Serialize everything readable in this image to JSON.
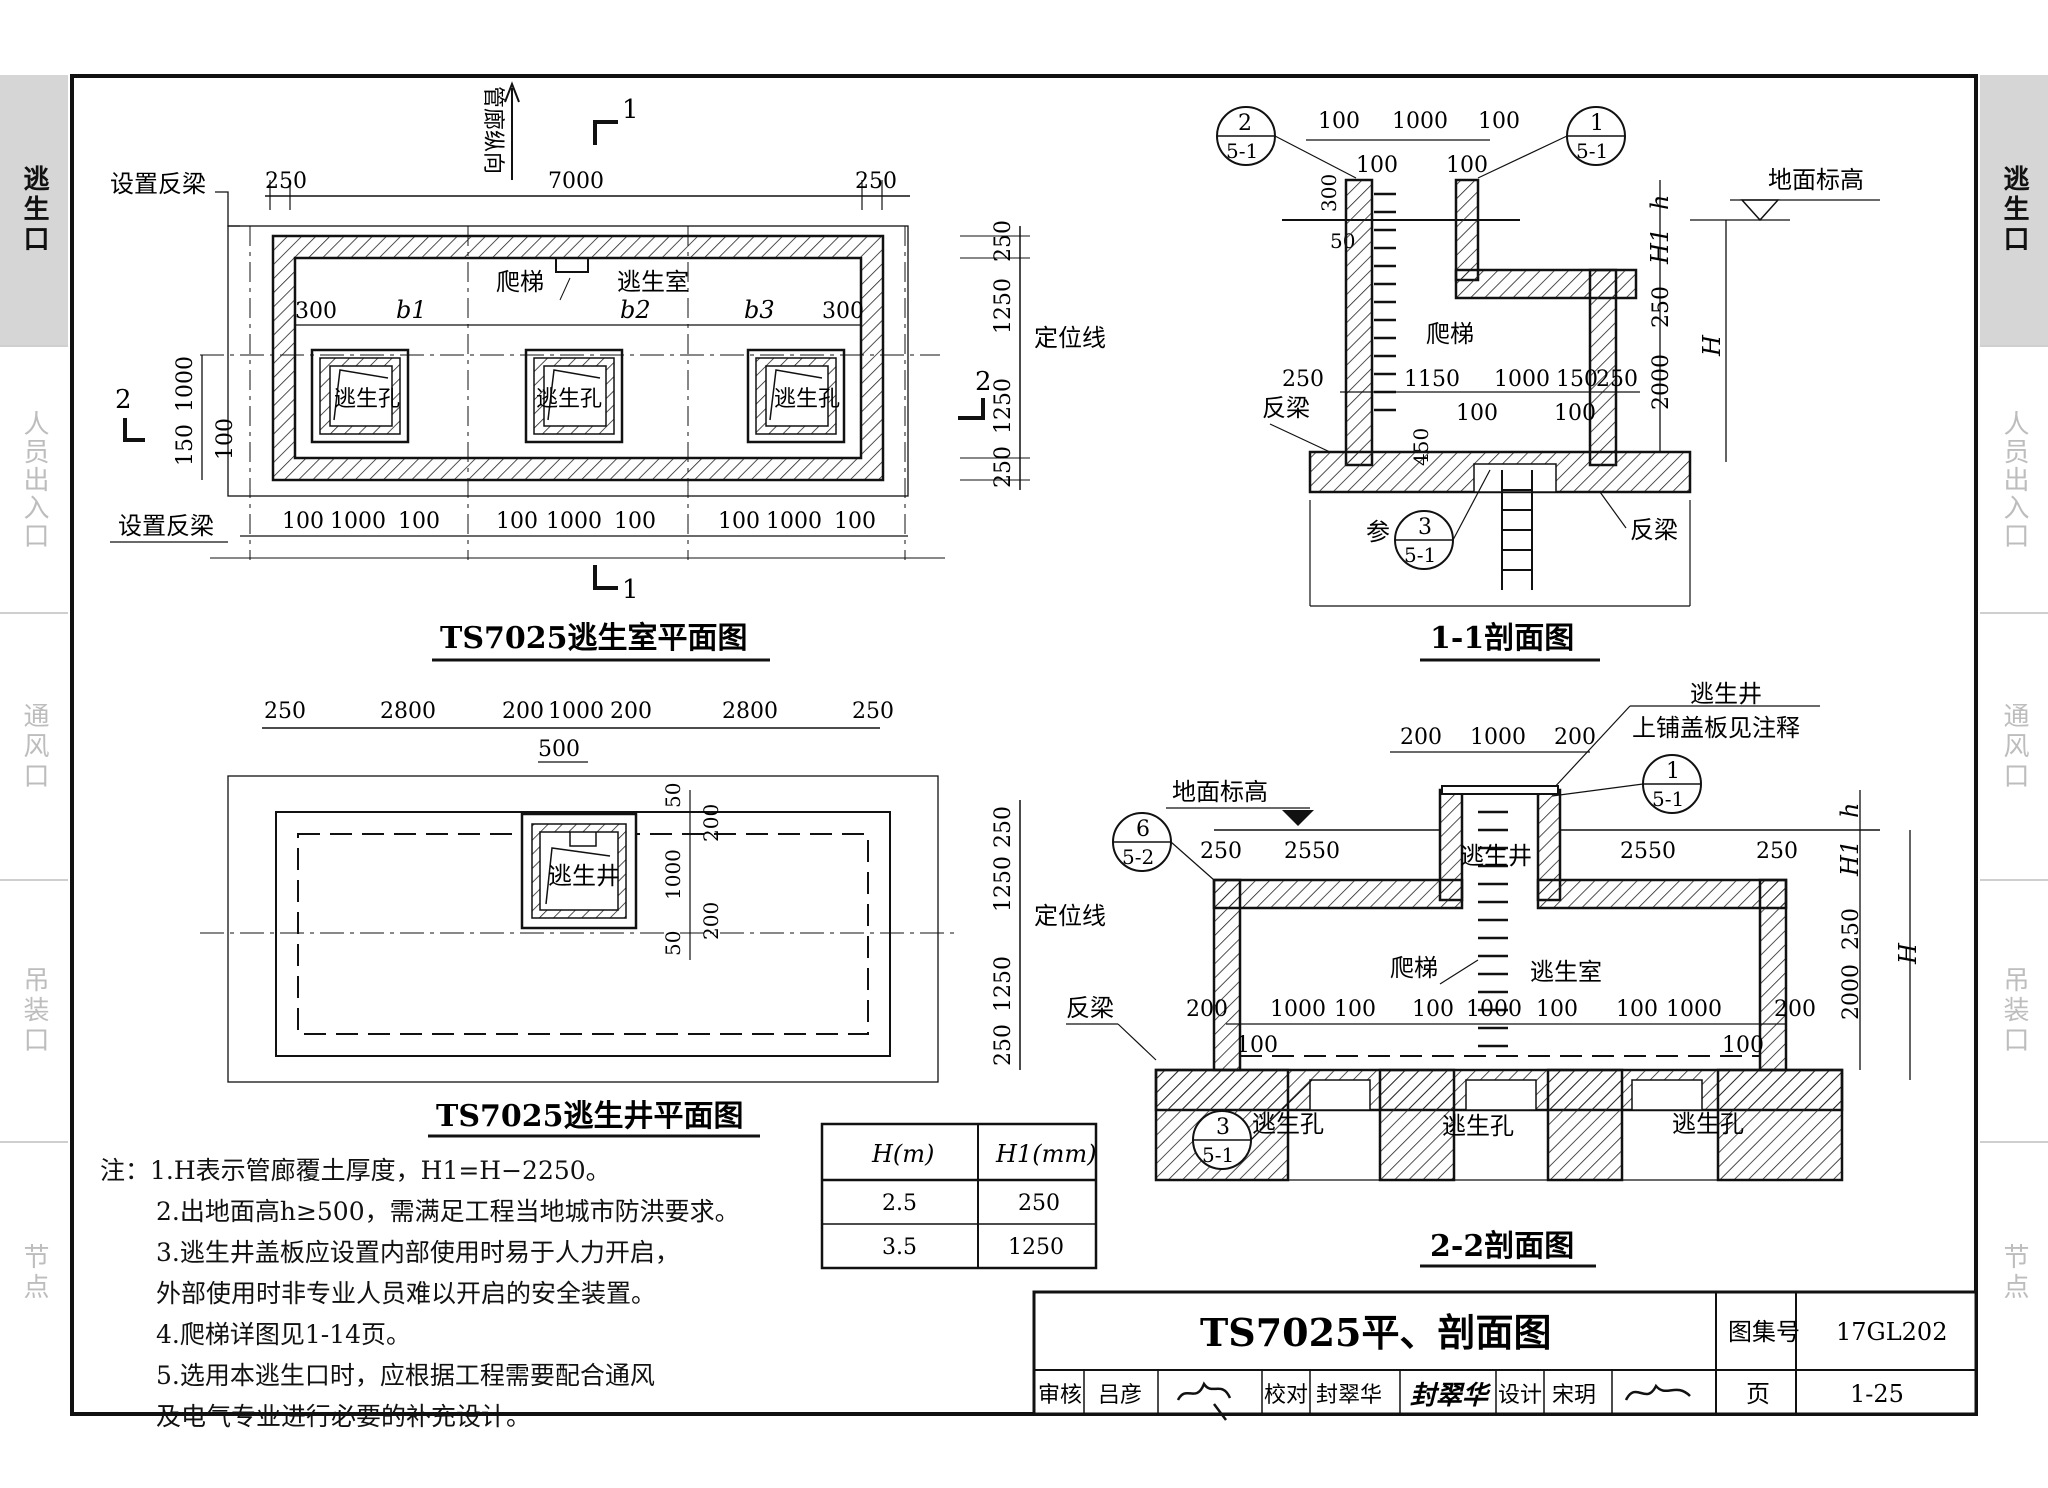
{
  "side_tabs": {
    "left": [
      {
        "label": "逃生口",
        "active": true
      },
      {
        "label": "人员出入口",
        "active": false
      },
      {
        "label": "通风口",
        "active": false
      },
      {
        "label": "吊装口",
        "active": false
      },
      {
        "label": "节点",
        "active": false
      }
    ],
    "right": [
      {
        "label": "逃生口",
        "active": true
      },
      {
        "label": "人员出入口",
        "active": false
      },
      {
        "label": "通风口",
        "active": false
      },
      {
        "label": "吊装口",
        "active": false
      },
      {
        "label": "节点",
        "active": false
      }
    ]
  },
  "plan1": {
    "title": "TS7025逃生室平面图",
    "direction_label": "管廊纵向",
    "section_mark": "1",
    "section_mark_side": "2",
    "beam_label": "设置反梁",
    "dims_top": [
      "250",
      "7000",
      "250"
    ],
    "dims_inner": [
      "300",
      "b1",
      "b2",
      "b3",
      "300"
    ],
    "ladder_label": "爬梯",
    "room_label": "逃生室",
    "hole_label": "逃生孔",
    "dims_right": [
      "250",
      "1250",
      "1250",
      "250"
    ],
    "axis_label": "定位线",
    "dims_left": [
      "1000",
      "150",
      "100"
    ],
    "dims_bottom": [
      "100",
      "1000",
      "100"
    ]
  },
  "plan2": {
    "title": "TS7025逃生井平面图",
    "dims_top": [
      "250",
      "2800",
      "200",
      "1000",
      "200",
      "2800",
      "250"
    ],
    "dim_500": "500",
    "well_label": "逃生井",
    "dims_well": [
      "50",
      "200",
      "1000",
      "200",
      "50"
    ],
    "dims_right": [
      "250",
      "1250",
      "1250",
      "250"
    ],
    "axis_label": "定位线"
  },
  "section1": {
    "title": "1-1剖面图",
    "dims_top": [
      "100",
      "1000",
      "100"
    ],
    "dims_top2": [
      "100",
      "100"
    ],
    "callout_left": {
      "num": "2",
      "ref": "5-1"
    },
    "callout_right": {
      "num": "1",
      "ref": "5-1"
    },
    "callout_bottom": {
      "prefix": "参",
      "num": "3",
      "ref": "5-1"
    },
    "ground_label": "地面标高",
    "dims_left": [
      "300",
      "50"
    ],
    "dims_right": [
      "h",
      "H1",
      "250",
      "2000",
      "H"
    ],
    "ladder_label": "爬梯",
    "beam_label": "反梁",
    "dims_mid": [
      "250",
      "1150",
      "1000",
      "150",
      "250"
    ],
    "dims_mid2": [
      "100",
      "100"
    ],
    "dim_450": "450"
  },
  "section2": {
    "title": "2-2剖面图",
    "well_note": [
      "逃生井",
      "上铺盖板见注释"
    ],
    "dims_top": [
      "200",
      "1000",
      "200"
    ],
    "callout_top": {
      "num": "1",
      "ref": "5-1"
    },
    "callout_left": {
      "num": "6",
      "ref": "5-2"
    },
    "callout_bottom": {
      "num": "3",
      "ref": "5-1"
    },
    "ground_label": "地面标高",
    "dims_slab": [
      "250",
      "2550",
      "2550",
      "250"
    ],
    "well_label": "逃生井",
    "ladder_label": "爬梯",
    "room_label": "逃生室",
    "beam_label": "反梁",
    "dims_inner": [
      "200",
      "1000",
      "100",
      "100",
      "1000",
      "100",
      "100",
      "1000",
      "200"
    ],
    "dims_inner2": [
      "100",
      "100"
    ],
    "hole_label": "逃生孔",
    "dims_right": [
      "h",
      "H1",
      "250",
      "2000",
      "H"
    ]
  },
  "table": {
    "headers": [
      "H(m)",
      "H1(mm)"
    ],
    "rows": [
      [
        "2.5",
        "250"
      ],
      [
        "3.5",
        "1250"
      ]
    ]
  },
  "notes": [
    "注：1.H表示管廊覆土厚度，H1=H−2250。",
    "2.出地面高h≥500，需满足工程当地城市防洪要求。",
    "3.逃生井盖板应设置内部使用时易于人力开启，",
    "外部使用时非专业人员难以开启的安全装置。",
    "4.爬梯详图见1-14页。",
    "5.选用本逃生口时，应根据工程需要配合通风",
    "及电气专业进行必要的补充设计。"
  ],
  "title_block": {
    "title": "TS7025平、剖面图",
    "atlas_label": "图集号",
    "atlas_no": "17GL202",
    "review_label": "审核",
    "reviewer": "吕彦",
    "check_label": "校对",
    "checker": "封翠华",
    "checker_sig": "封翠华",
    "design_label": "设计",
    "designer": "宋玥",
    "page_label": "页",
    "page_no": "1-25"
  },
  "colors": {
    "line": "#1a1a1a",
    "tab_active": "#d6d6d6",
    "tab_inactive_text": "#bdbdbd"
  }
}
